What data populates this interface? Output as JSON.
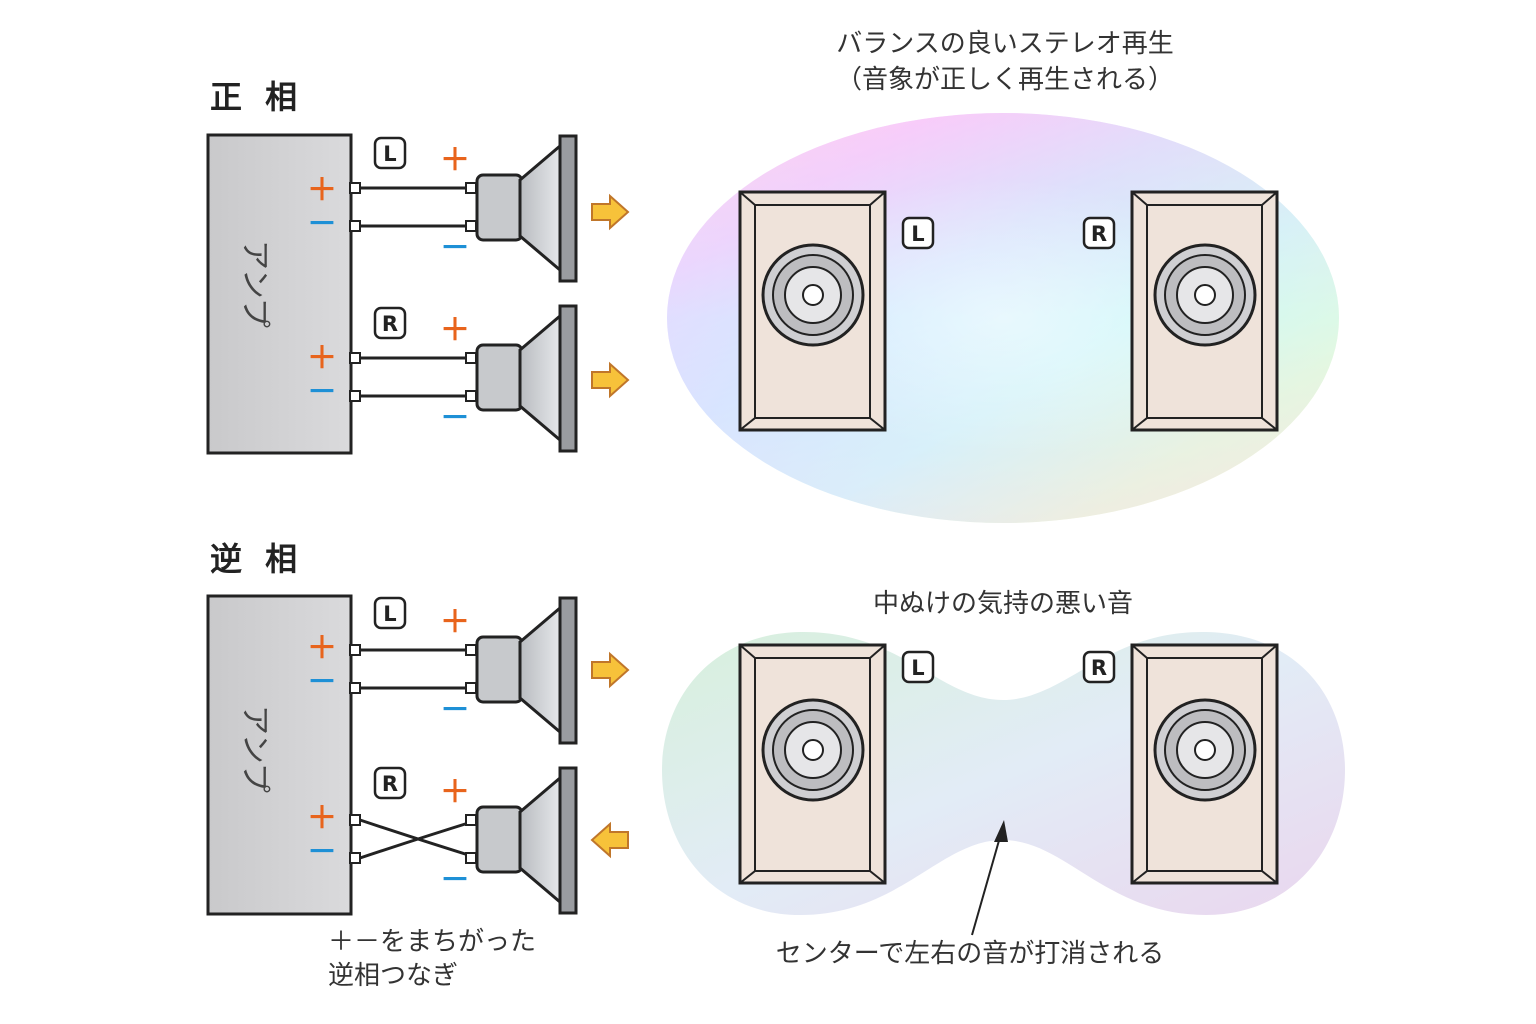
{
  "diagram": {
    "sections": [
      {
        "title": "正 相",
        "amp_label": "アンプ",
        "channels": [
          {
            "label": "L",
            "wiring": "straight",
            "arrow": "out"
          },
          {
            "label": "R",
            "wiring": "straight",
            "arrow": "out"
          }
        ],
        "result_caption": [
          "バランスの良いステレオ再生",
          "（音象が正しく再生される）"
        ],
        "room_labels": [
          "L",
          "R"
        ]
      },
      {
        "title": "逆 相",
        "amp_label": "アンプ",
        "channels": [
          {
            "label": "L",
            "wiring": "straight",
            "arrow": "out"
          },
          {
            "label": "R",
            "wiring": "crossed",
            "arrow": "in"
          }
        ],
        "result_caption": [
          "中ぬけの気持の悪い音"
        ],
        "room_labels": [
          "L",
          "R"
        ],
        "wiring_note": [
          "＋－をまちがった",
          "逆相つなぎ"
        ],
        "center_note": "センターで左右の音が打消される"
      }
    ],
    "plus_sign": "＋",
    "minus_sign": "－",
    "colors": {
      "plus": "#e8641c",
      "minus": "#1e90d6",
      "arrow_fill": "#f7c23a",
      "arrow_stroke": "#c0762a",
      "amp_fill": "#d4d4d6",
      "cabinet_fill": "#efe3da"
    }
  }
}
